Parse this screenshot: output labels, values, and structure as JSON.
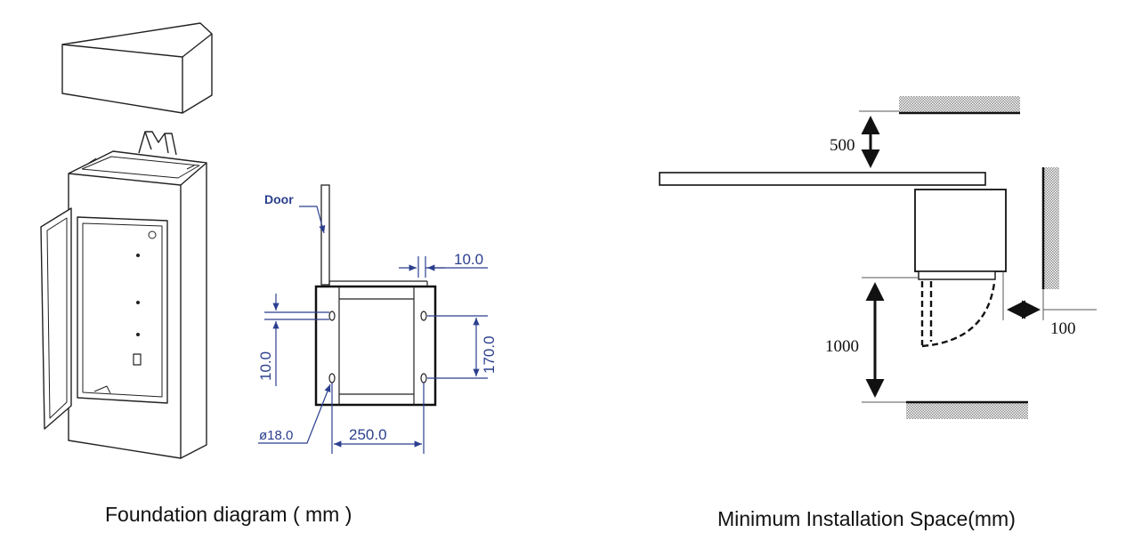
{
  "captions": {
    "left": "Foundation diagram ( mm )",
    "right": "Minimum Installation Space(mm)"
  },
  "foundation": {
    "door_label": "Door",
    "dim_top_right": "10.0",
    "dim_left_vertical": "10.0",
    "dim_right_vertical": "170.0",
    "dim_bottom": "250.0",
    "dim_hole": "ø18.0"
  },
  "installation": {
    "dim_top": "500",
    "dim_bottom": "1000",
    "dim_side": "100"
  },
  "colors": {
    "line": "#111111",
    "dimension_blue": "#2b3f8f",
    "wall_hatch": "#9a9a9a"
  }
}
